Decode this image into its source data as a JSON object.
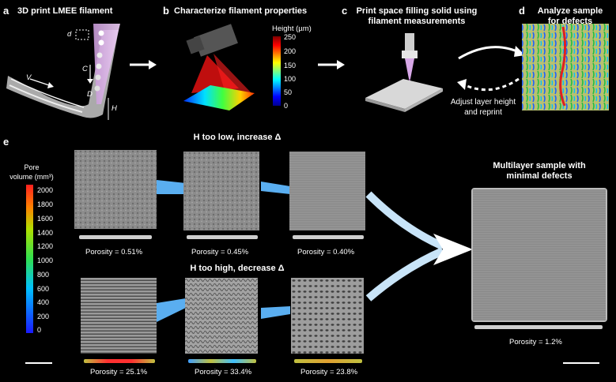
{
  "panels": {
    "a": {
      "letter": "a",
      "title": "3D print LMEE filament",
      "labels": {
        "d": "d",
        "v": "V",
        "c": "C",
        "D": "D",
        "h": "H"
      }
    },
    "b": {
      "letter": "b",
      "title": "Characterize filament properties",
      "colorbar": {
        "title": "Height (µm)",
        "ticks": [
          "250",
          "200",
          "150",
          "100",
          "50",
          "0"
        ]
      }
    },
    "c": {
      "letter": "c",
      "title_line1": "Print space filling solid using",
      "title_line2": "filament measurements"
    },
    "d": {
      "letter": "d",
      "title_line1": "Analyze sample",
      "title_line2": "for defects"
    },
    "loop_text_line1": "Adjust layer height",
    "loop_text_line2": "and reprint",
    "e": {
      "letter": "e",
      "row_top_title": "H too low, increase Δ",
      "row_bottom_title": "H too high, decrease Δ",
      "colorbar": {
        "title_line1": "Pore",
        "title_line2": "volume (mm³)",
        "ticks": [
          "2000",
          "1800",
          "1600",
          "1400",
          "1200",
          "1000",
          "800",
          "600",
          "400",
          "200",
          "0"
        ]
      },
      "top_porosity": [
        "Porosity = 0.51%",
        "Porosity = 0.45%",
        "Porosity = 0.40%"
      ],
      "bottom_porosity": [
        "Porosity = 25.1%",
        "Porosity = 33.4%",
        "Porosity = 23.8%"
      ],
      "final_title_line1": "Multilayer sample with",
      "final_title_line2": "minimal defects",
      "final_porosity": "Porosity = 1.2%"
    }
  },
  "colors": {
    "arrow_blue": "#5aaef0",
    "jet": [
      "#00008f",
      "#0000ff",
      "#00ffff",
      "#ffff00",
      "#ff0000",
      "#800000"
    ]
  }
}
